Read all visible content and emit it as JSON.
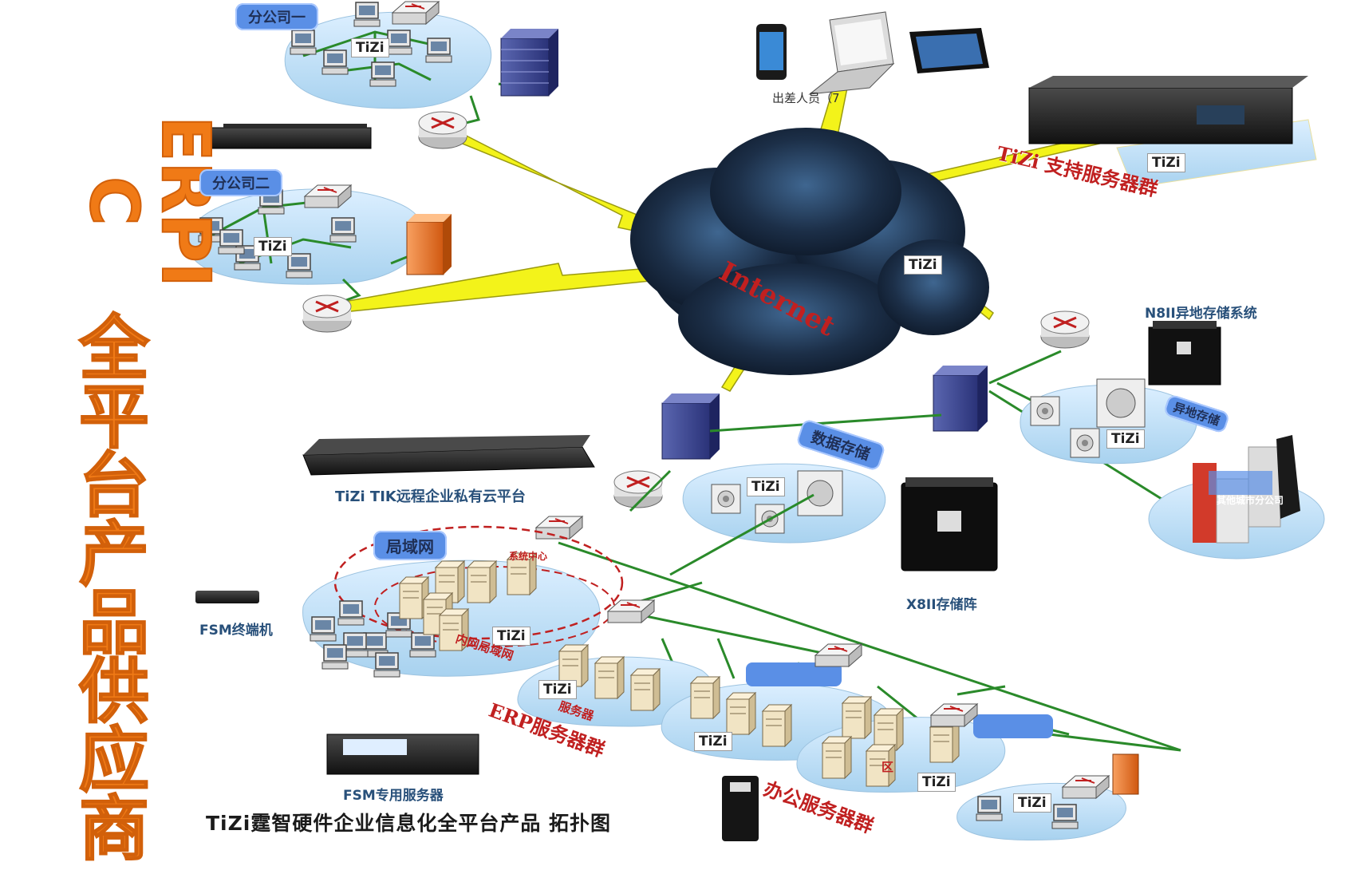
{
  "side_title_latin": "ERPIC",
  "side_title_cjk": "全平台产品供应商",
  "bottom_title": "TiZi霆智硬件企业信息化全平台产品 拓扑图",
  "branches": {
    "branch1": "分公司一",
    "branch2": "分公司二"
  },
  "tizi": "TiZi",
  "internet": "Internet",
  "travel_label": "出差人员（7",
  "support_label": "TiZi 支持服务器群",
  "n8_label": "N8II异地存储系统",
  "offsite_bubble": "异地存储",
  "other_city": "其他城市分公司",
  "data_store": "数据存储",
  "tik_label": "TiZi TIK远程企业私有云平台",
  "x8_label": "X8II存储阵",
  "lan_bubble": "局域网",
  "fsm_terminal": "FSM终端机",
  "mgmt_center": "系统中心",
  "inner_lan": "内网局域网",
  "server_small": "服务器",
  "erp_label": "ERP服务器群",
  "office_label": "办公服务器群",
  "zone_label": "区",
  "fsm_server": "FSM专用服务器",
  "colors": {
    "accent_orange": "#f07a16",
    "cloud": "#1c2f48",
    "lightning": "#f3f31a",
    "lan_blue": "#bfe0f4",
    "link_green": "#2a8a2a",
    "label_red": "#c02020"
  }
}
